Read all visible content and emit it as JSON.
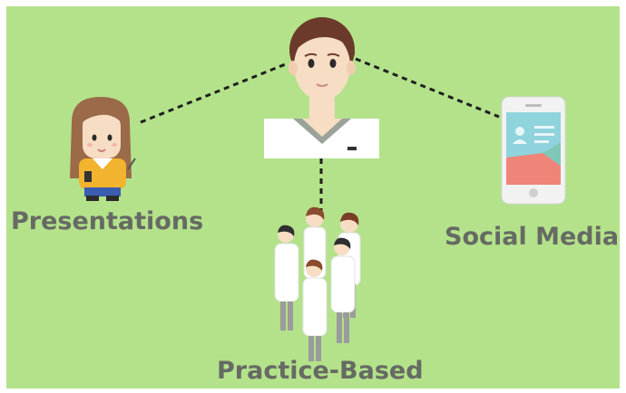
{
  "labels": {
    "presentations": "Presentations",
    "social_media": "Social Media",
    "practice_based": "Practice-Based"
  },
  "colors": {
    "background": "#b3e28a",
    "label_text": "#666a63",
    "connector": "#1f1f1f",
    "doctor_hair": "#6b3a2a",
    "skin": "#f6ddc4",
    "coat": "#ffffff",
    "phone_screen_blue": "#8fd3dc",
    "phone_screen_red": "#ef8578",
    "presenter_shirt": "#f2b32e"
  },
  "icons": {
    "center": "doctor-avatar-icon",
    "left": "presenter-girl-icon",
    "right": "smartphone-icon",
    "bottom": "doctor-group-icon"
  }
}
